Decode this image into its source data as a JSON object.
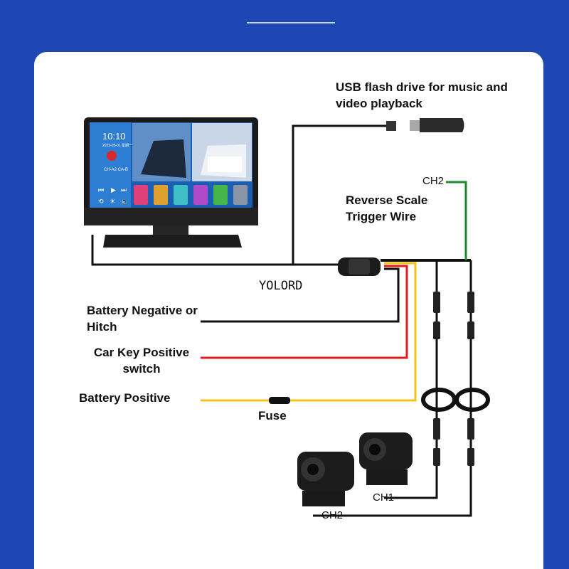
{
  "labels": {
    "usb": "USB flash drive for music and video playback",
    "reverse": "Reverse Scale Trigger Wire",
    "ch2_top": "CH2",
    "brand": "YOLORD",
    "battery_negative": "Battery Negative or Hitch",
    "car_key": "Car Key Positive switch",
    "battery_positive": "Battery Positive",
    "fuse": "Fuse",
    "ch1": "CH1",
    "ch2_bottom": "CH2"
  },
  "screen": {
    "time": "10:10",
    "date": "2023-05-01 星期一",
    "radio_freq": "CH-A2 CA-B"
  },
  "colors": {
    "background": "#1f47b4",
    "black_wire": "#111111",
    "red_wire": "#e21b1b",
    "yellow_wire": "#f2c318",
    "green_wire": "#1a8a2a"
  }
}
